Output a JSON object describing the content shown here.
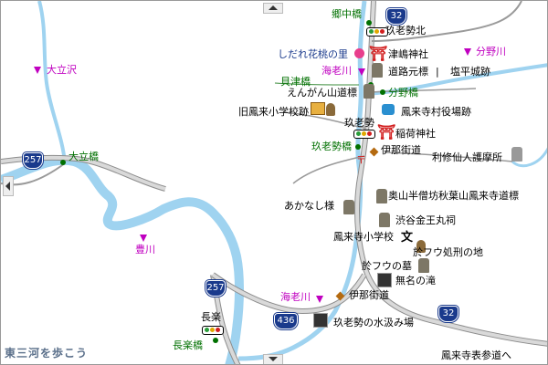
{
  "brand": "東三河を歩こう",
  "routes": {
    "r32_top": "32",
    "r257_left": "257",
    "r257_mid": "257",
    "r436": "436",
    "r32_bottom": "32"
  },
  "rivers": {
    "outadazawa": "大立沢",
    "bunyagawa": "分野川",
    "ebigawa_top": "海老川",
    "toyokawa": "豊川",
    "ebigawa_bottom": "海老川"
  },
  "bridges": {
    "gochubashi": "郷中橋",
    "kaitsubashi": "貝津橋",
    "bunyabashi": "分野橋",
    "ebisebashi": "玖老勢橋",
    "odachibashi": "大立橋",
    "choraku_bashi": "長楽橋"
  },
  "places": {
    "ebise_kita": "玖老勢北",
    "shidare": "しだれ花桃の里",
    "tsushima": "津嶋神社",
    "doro": "道路元標",
    "enpei": "塩平城跡",
    "engan": "えんがん山道標",
    "kyu_school": "旧鳳来小学校跡",
    "yakuba": "鳳来寺村役場跡",
    "ebise": "玖老勢",
    "inari": "稲荷神社",
    "ina_kaido_top": "伊那街道",
    "rishu": "利修仙人護摩所",
    "okuyama": "奥山半僧坊秋葉山鳳来寺道標",
    "akanashi": "あかなし様",
    "shibuya": "渋谷金王丸祠",
    "hourai_school": "鳳来寺小学校",
    "ofuu_exec": "於フウ処刑の地",
    "ofuu_grave": "於フウの墓",
    "mumei": "無名の滝",
    "ina_kaido_bottom": "伊那街道",
    "choraku": "長楽",
    "mizukumi": "玖老勢の水汲み場",
    "sando": "鳳来寺表参道へ"
  },
  "colors": {
    "river": "#c000c0",
    "bridge": "#007000",
    "shield": "#1a3a8c",
    "water": "#9fd3f0"
  }
}
